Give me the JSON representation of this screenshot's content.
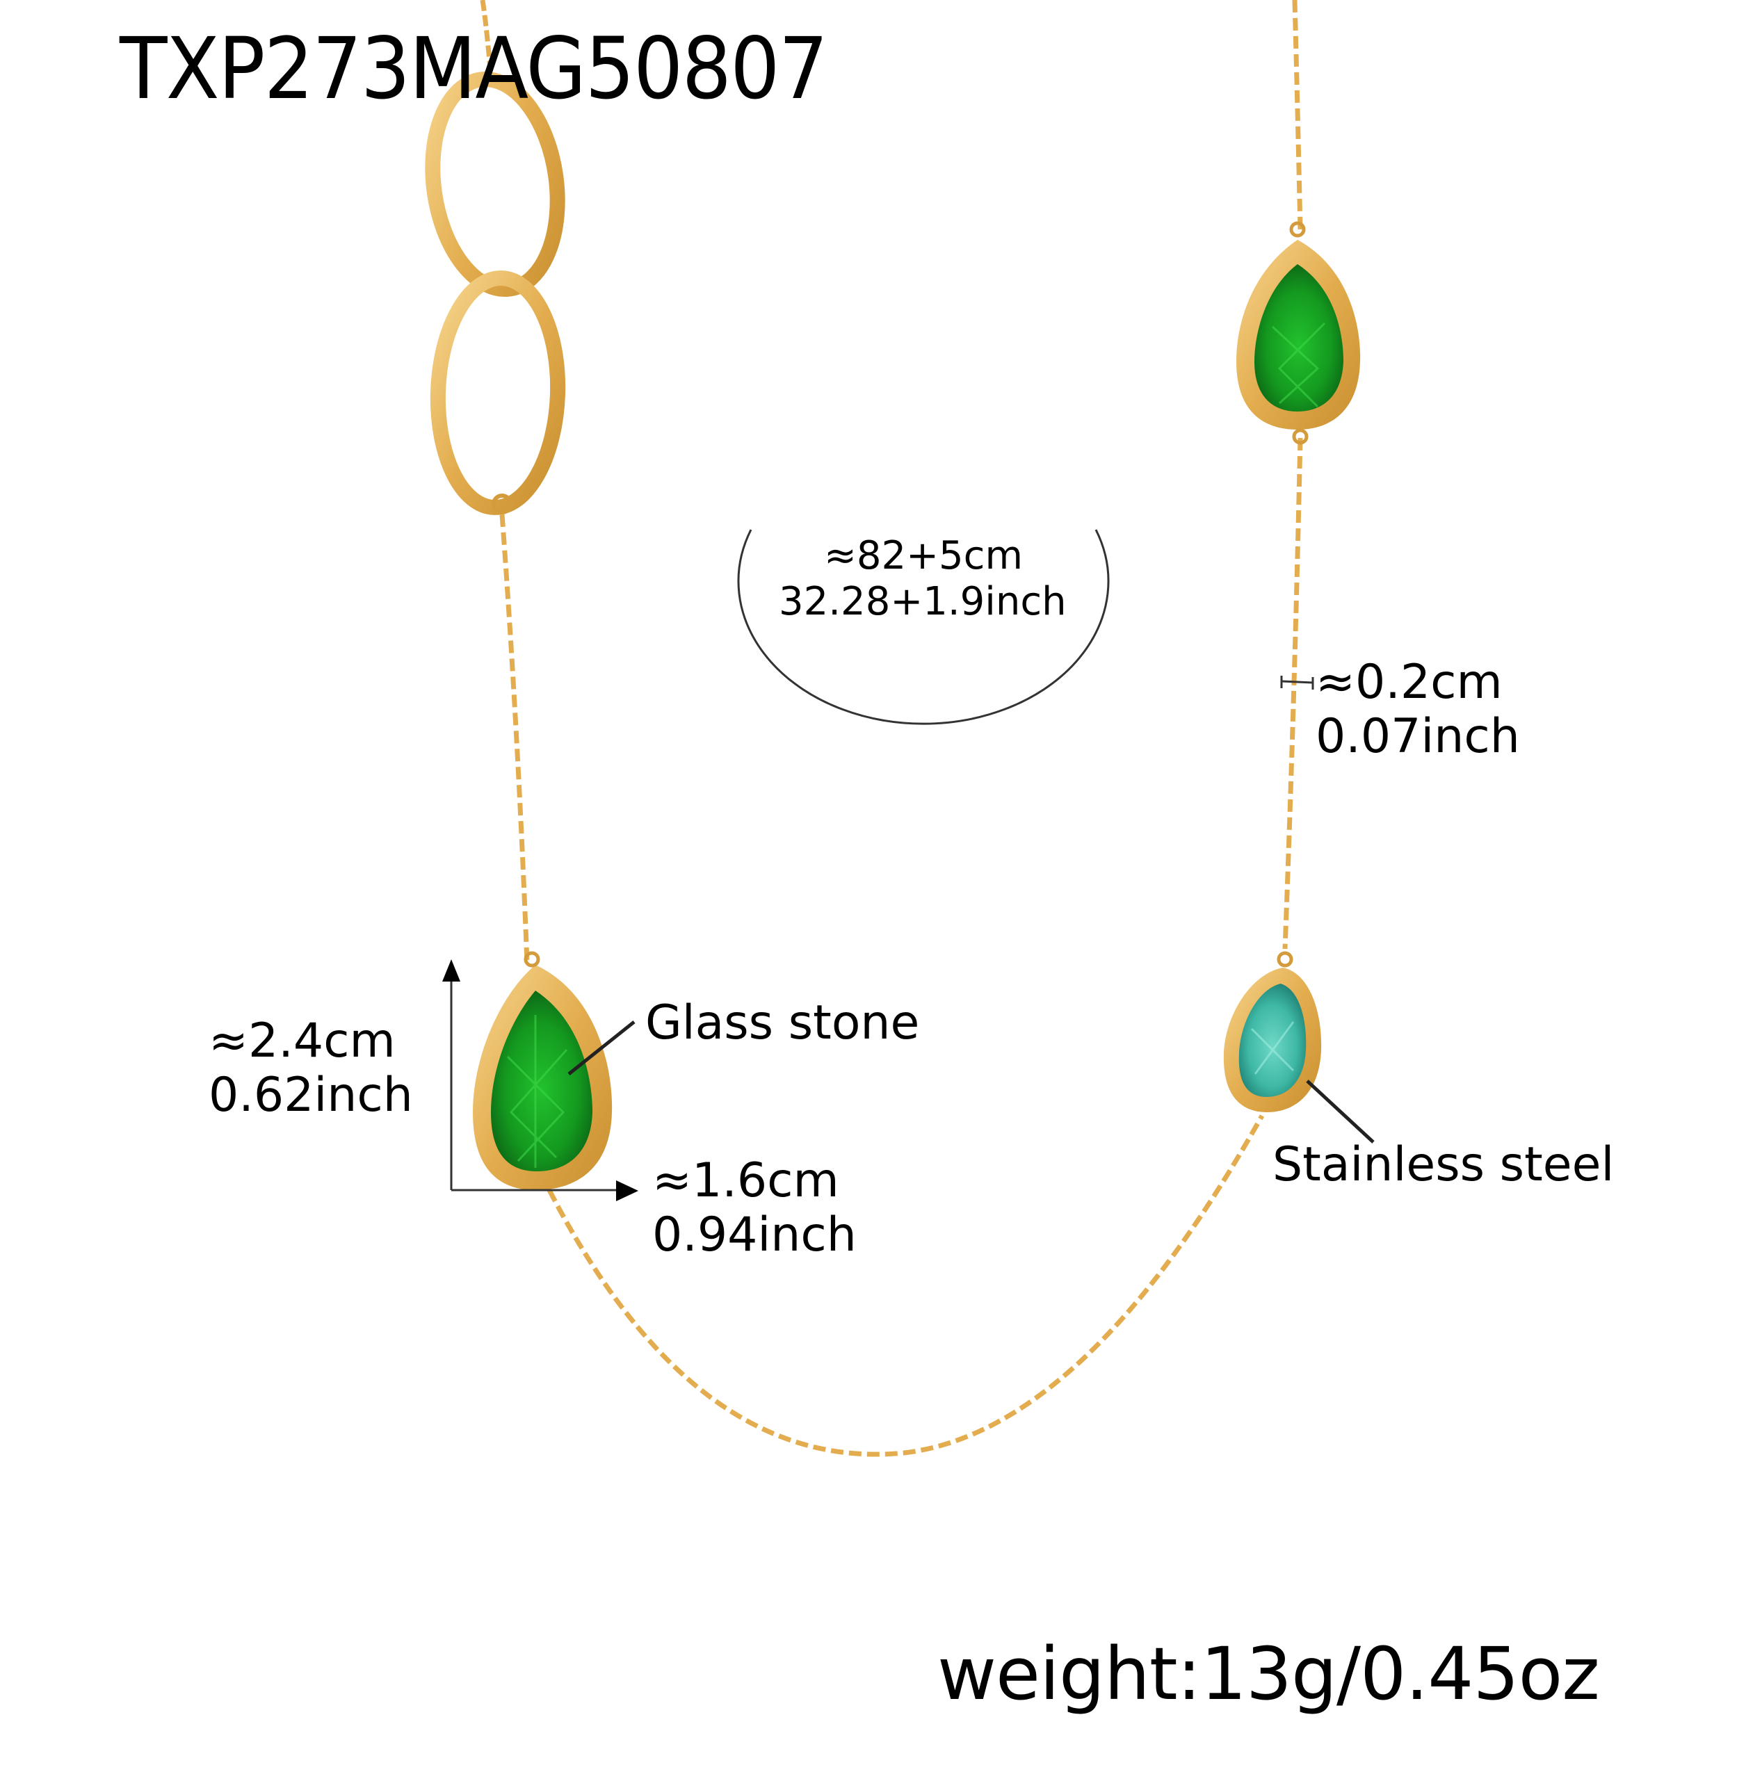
{
  "product": {
    "sku": "TXP273MAG50807",
    "weight_label": "weight:13g/0.45oz"
  },
  "annotations": {
    "length": {
      "cm": "≈82+5cm",
      "inch": "32.28+1.9inch"
    },
    "chain_width": {
      "cm": "≈0.2cm",
      "inch": "0.07inch"
    },
    "stone_height": {
      "cm": "≈2.4cm",
      "inch": "0.62inch"
    },
    "stone_width": {
      "cm": "≈1.6cm",
      "inch": "0.94inch"
    },
    "material_stone": "Glass stone",
    "material_metal": "Stainless steel"
  },
  "colors": {
    "background": "#ffffff",
    "gold": "#e3ad4f",
    "gold_light": "#f3d08a",
    "gold_dark": "#c98f2f",
    "emerald": "#1fa82a",
    "emerald_dark": "#0b5e14",
    "teal": "#3fb8a6",
    "teal_dark": "#1c7c6f",
    "text": "#000000",
    "annotation_line": "#333333"
  }
}
